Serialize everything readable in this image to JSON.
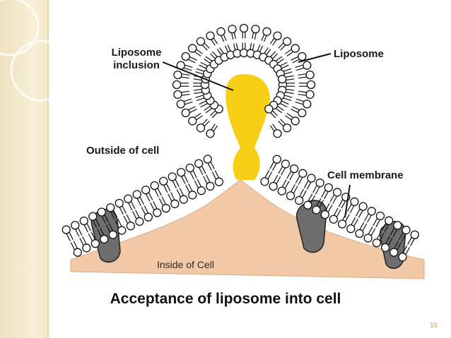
{
  "slide": {
    "labels": {
      "liposome_inclusion": "Liposome inclusion",
      "liposome": "Liposome",
      "outside_of_cell": "Outside of cell",
      "cell_membrane": "Cell membrane",
      "inside_of_cell": "Inside of Cell"
    },
    "caption": "Acceptance of liposome into cell",
    "slide_number": "15"
  },
  "colors": {
    "cytoplasm": "#f2c9a6",
    "inclusion": "#f6cf16",
    "protein": "#6e6e6e",
    "accent_band": "#efe2bf"
  }
}
